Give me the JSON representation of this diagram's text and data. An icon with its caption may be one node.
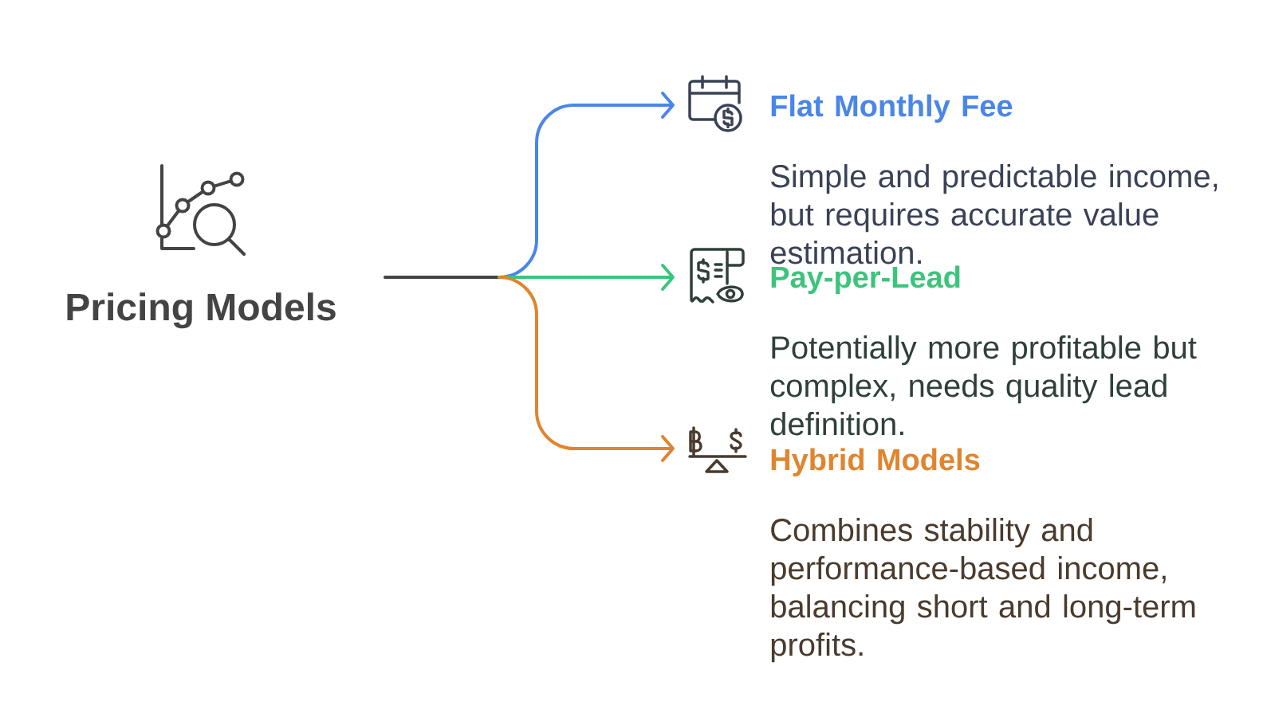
{
  "diagram": {
    "nodes": [
      {
        "text": [
          "Pricing Models"
        ]
      },
      {
        "text": [
          "Flat Monthly Fee",
          "Simple and predictable income, but requires accurate value estimation."
        ]
      },
      {
        "text": [
          "Pay-per-Lead",
          "Potentially more profitable but complex, needs quality lead definition."
        ]
      },
      {
        "text": [
          "Hybrid Models",
          "Combines stability and performance-based income, balancing short and long-term profits."
        ]
      }
    ],
    "edges": [
      {
        "from": 0,
        "to": 1,
        "arrow": "to",
        "color": "#4a86e8"
      },
      {
        "from": 0,
        "to": 2,
        "arrow": "to",
        "color": "#3cc47c"
      },
      {
        "from": 0,
        "to": 3,
        "arrow": "to",
        "color": "#e0852f"
      }
    ]
  }
}
